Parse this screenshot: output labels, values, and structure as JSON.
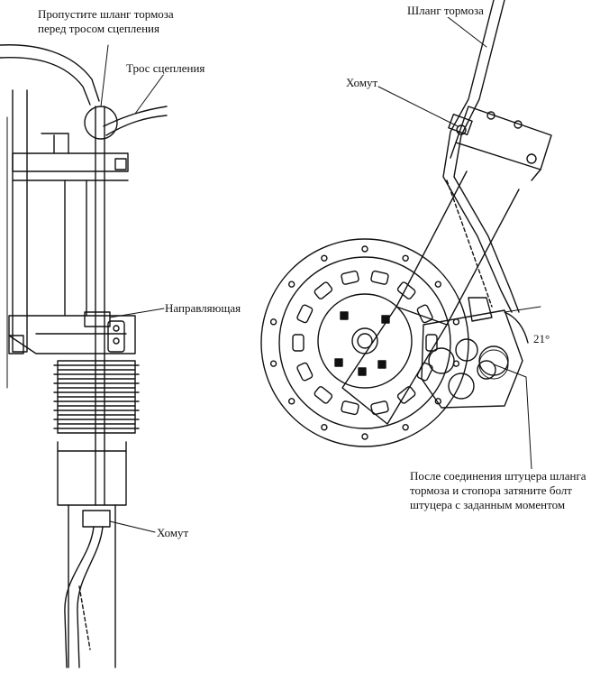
{
  "labels": {
    "pass_hose_line1": "Пропустите шланг тормоза",
    "pass_hose_line2": "перед тросом сцепления",
    "clutch_cable": "Трос сцепления",
    "guide": "Направляющая",
    "clamp_left": "Хомут",
    "brake_hose_top": "Шланг тормоза",
    "clamp_right": "Хомут",
    "angle": "21°",
    "note_line1": "После соединения штуцера шланга",
    "note_line2": "тормоза и стопора затяните болт",
    "note_line3": "штуцера с заданным моментом"
  },
  "colors": {
    "ink": "#111111",
    "background": "#ffffff"
  }
}
